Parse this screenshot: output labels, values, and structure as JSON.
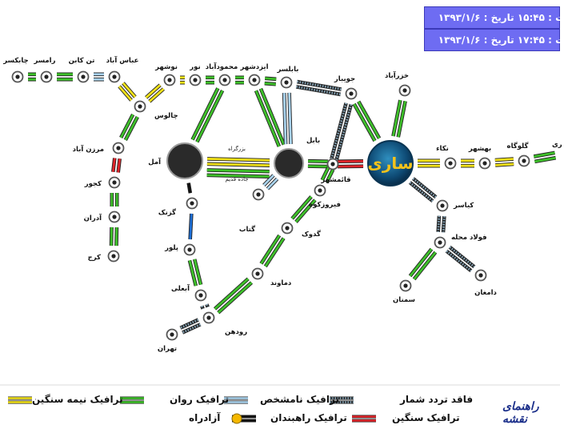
{
  "header": {
    "line1": "عت : ۱۵:۴۵ تاریخ : ۱۳۹۳/۱/۶",
    "line2": "عت : ۱۷:۴۵ تاریخ : ۱۳۹۳/۱/۶"
  },
  "colors": {
    "smooth": "#3ec12a",
    "semi_heavy": "#f2e21a",
    "unknown": "#a9d3ee",
    "heavy": "#e0242a",
    "blocked": "#111111",
    "no_counter": "#86a5b8",
    "freeway": "#f5b800",
    "blue_section": "#1e6fd6"
  },
  "map": {
    "center_city": "ساری",
    "nodes": [
      {
        "name": "چابکسر"
      },
      {
        "name": "رامسر"
      },
      {
        "name": "تن کابن"
      },
      {
        "name": "عباس آباد"
      },
      {
        "name": "چالوس"
      },
      {
        "name": "نوشهر"
      },
      {
        "name": "نور"
      },
      {
        "name": "محمودآباد"
      },
      {
        "name": "ایزدشهر"
      },
      {
        "name": "بابلسر"
      },
      {
        "name": "جویبار"
      },
      {
        "name": "خزرآباد"
      },
      {
        "name": "مرزن آباد"
      },
      {
        "name": "کجور"
      },
      {
        "name": "آدران"
      },
      {
        "name": "کرج"
      },
      {
        "name": "آمل"
      },
      {
        "name": "بابل"
      },
      {
        "name": "قائمشهر"
      },
      {
        "name": "نکاء"
      },
      {
        "name": "بهشهر"
      },
      {
        "name": "گلوگاه"
      },
      {
        "name": "کیاسر"
      },
      {
        "name": "فولاد محله"
      },
      {
        "name": "سمنان"
      },
      {
        "name": "دامغان"
      },
      {
        "name": "گزنک"
      },
      {
        "name": "پلور"
      },
      {
        "name": "آبعلی"
      },
      {
        "name": "رودهن"
      },
      {
        "name": "تهران"
      },
      {
        "name": "فیروزکوه"
      },
      {
        "name": "گدوک"
      },
      {
        "name": "دماوند"
      },
      {
        "name": "گتاب"
      }
    ],
    "road_labels": [
      "بزرگراه",
      "جاده قدیم"
    ],
    "edge_partial": "ری"
  },
  "legend": {
    "semi_heavy": "ترافیک نیمه سنگین",
    "smooth": "ترافیک روان",
    "unknown": "ترافیک نامشخص",
    "no_counter": "فاقد تردد شمار",
    "freeway": "آزادراه",
    "blocked": "ترافیک راهبندان",
    "heavy": "ترافیک سنگین",
    "brand": "راهنمای نقشه"
  }
}
